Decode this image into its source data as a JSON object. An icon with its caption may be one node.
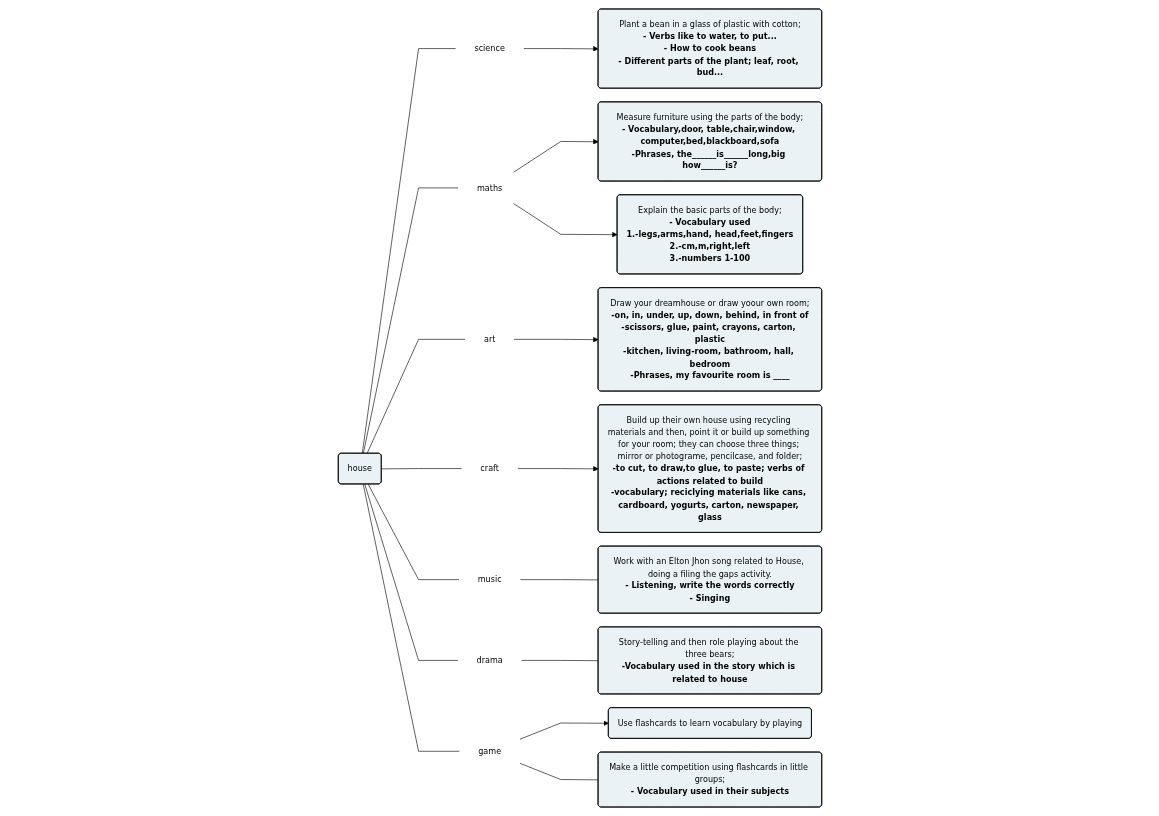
{
  "diagram": {
    "nodes": [
      {
        "text": [
          "house"
        ]
      },
      {
        "text": [
          "science"
        ]
      },
      {
        "text": [
          "Plant a bean in a glass of plastic with cotton;",
          "- Verbs like to water, to put...",
          "- How to cook beans",
          "- Different parts of the plant; leaf, root, bud..."
        ]
      },
      {
        "text": [
          "maths"
        ]
      },
      {
        "text": [
          "Measure furniture using the parts of the body;",
          "- Vocabulary,door, table,chair,window, computer,bed,blackboard,sofa",
          "-Phrases, the______is______long,big how______is?"
        ]
      },
      {
        "text": [
          "Explain the basic parts of the body;",
          "- Vocabulary used",
          "1.-legs,arms,hand, head,feet,fingers",
          "2.-cm,m,right,left",
          "3.-numbers 1-100"
        ]
      },
      {
        "text": [
          "art"
        ]
      },
      {
        "text": [
          "Draw your dreamhouse or draw yoour own room;",
          "-on, in, under, up, down, behind, in front of",
          "-scissors, glue, paint, crayons, carton, plastic",
          "-kitchen, living-room, bathroom, hall, bedroom",
          "-Phrases, my favourite room is ____"
        ]
      },
      {
        "text": [
          "craft"
        ]
      },
      {
        "text": [
          "Build up their own house using recycling materials and then, point it or build up something for your room; they can choose three things; mirror or photograme, pencilcase, and folder;",
          "-to cut, to draw,to glue, to paste; verbs of actions related to build",
          "-vocabulary; reciclying materials like cans, cardboard, yogurts, carton, newspaper, glass"
        ]
      },
      {
        "text": [
          "music"
        ]
      },
      {
        "text": [
          "Work with an Elton Jhon song related to House, doing a filing the gaps activity.",
          "- Listening, write the words correctly",
          "- Singing"
        ]
      },
      {
        "text": [
          "drama"
        ]
      },
      {
        "text": [
          "Story-telling and then role playing about the three bears;",
          "-Vocabulary used in the story which is related to house"
        ]
      },
      {
        "text": [
          "game"
        ]
      },
      {
        "text": [
          "Use flashcards to learn vocabulary by playing"
        ]
      },
      {
        "text": [
          "Make a little competition using flashcards in little groups;",
          "- Vocabulary used in their subjects"
        ]
      }
    ],
    "edges": [
      {
        "from": 0,
        "to": 1,
        "arrow": "none"
      },
      {
        "from": 1,
        "to": 2,
        "arrow": "to"
      },
      {
        "from": 0,
        "to": 3,
        "arrow": "none"
      },
      {
        "from": 3,
        "to": 4,
        "arrow": "to"
      },
      {
        "from": 3,
        "to": 5,
        "arrow": "to"
      },
      {
        "from": 0,
        "to": 6,
        "arrow": "none"
      },
      {
        "from": 6,
        "to": 7,
        "arrow": "to"
      },
      {
        "from": 0,
        "to": 8,
        "arrow": "none"
      },
      {
        "from": 8,
        "to": 9,
        "arrow": "to"
      },
      {
        "from": 0,
        "to": 10,
        "arrow": "none"
      },
      {
        "from": 10,
        "to": 11,
        "arrow": "none"
      },
      {
        "from": 0,
        "to": 12,
        "arrow": "none"
      },
      {
        "from": 12,
        "to": 13,
        "arrow": "none"
      },
      {
        "from": 0,
        "to": 14,
        "arrow": "none"
      },
      {
        "from": 14,
        "to": 15,
        "arrow": "to"
      },
      {
        "from": 14,
        "to": 16,
        "arrow": "none"
      }
    ]
  }
}
